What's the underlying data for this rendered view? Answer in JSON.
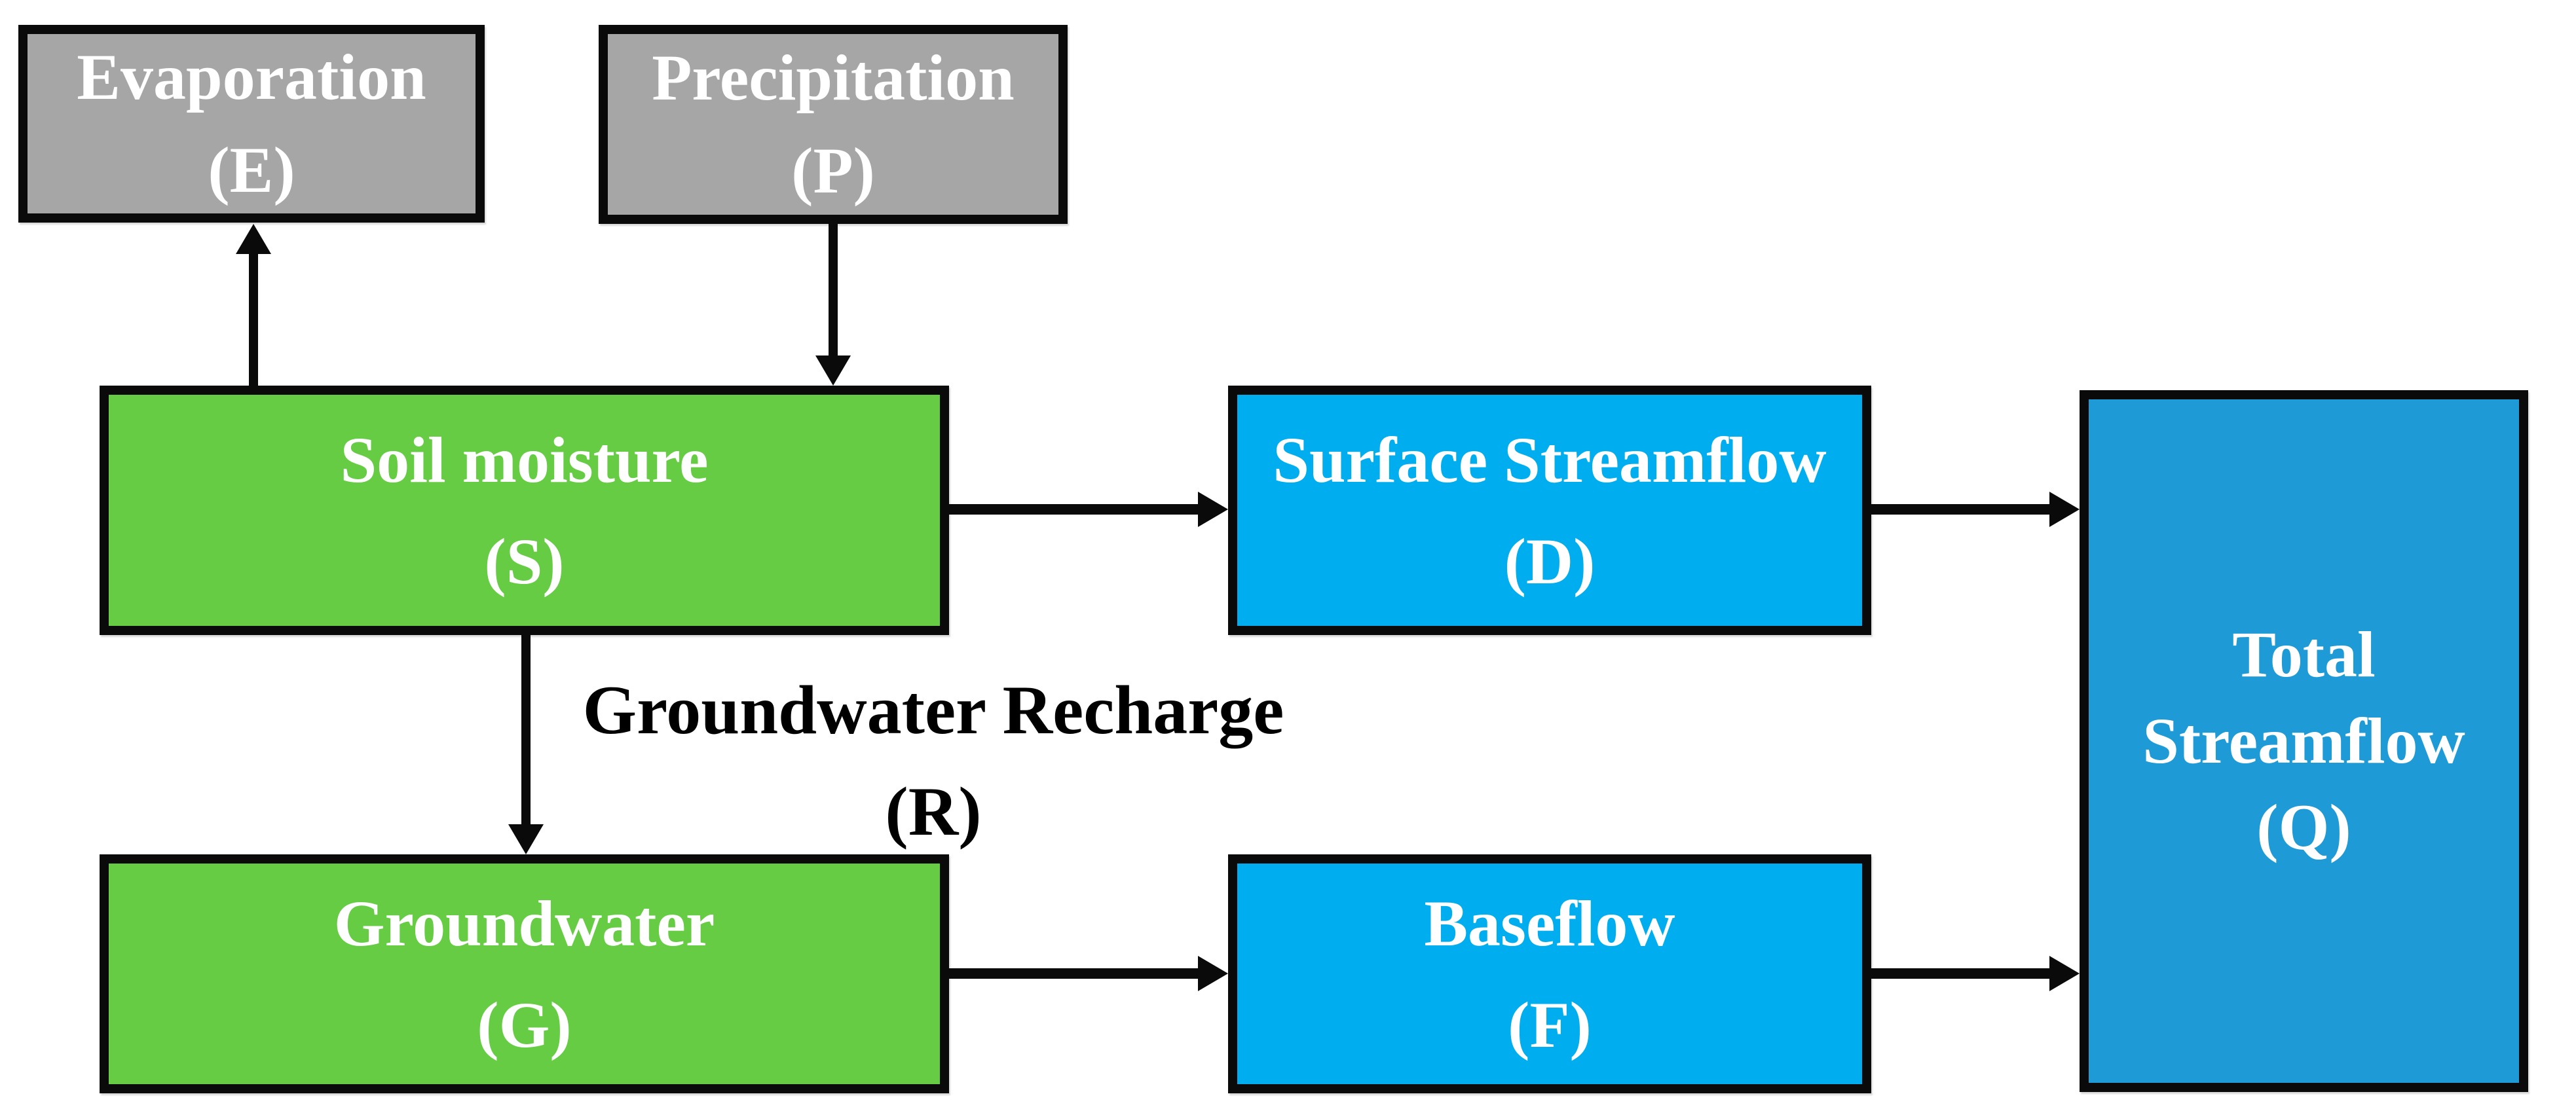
{
  "figure": {
    "type": "flow-diagram",
    "background": "#FFFFFF",
    "stroke_color": "#000000",
    "palette": {
      "gray_box": "#A6A6A6",
      "green_box": "#66CC44",
      "cyan_box": "#00AEEF",
      "blue_box": "#1E9AD6",
      "box_text": "#FFFFFF",
      "label_text": "#000000",
      "border_and_arrows": "#000000"
    },
    "nodes": [
      {
        "id": "evaporation",
        "lines": [
          "Evaporation",
          "(E)"
        ],
        "fill": "#A6A6A6",
        "text_color": "#FFFFFF"
      },
      {
        "id": "precipitation",
        "lines": [
          "Precipitation",
          "(P)"
        ],
        "fill": "#A6A6A6",
        "text_color": "#FFFFFF"
      },
      {
        "id": "soil-moisture",
        "lines": [
          "Soil moisture",
          "(S)"
        ],
        "fill": "#66CC44",
        "text_color": "#FFFFFF"
      },
      {
        "id": "surface-streamflow",
        "lines": [
          "Surface Streamflow",
          "(D)"
        ],
        "fill": "#00AEEF",
        "text_color": "#FFFFFF"
      },
      {
        "id": "groundwater",
        "lines": [
          "Groundwater",
          "(G)"
        ],
        "fill": "#66CC44",
        "text_color": "#FFFFFF"
      },
      {
        "id": "baseflow",
        "lines": [
          "Baseflow",
          "(F)"
        ],
        "fill": "#00AEEF",
        "text_color": "#FFFFFF"
      },
      {
        "id": "total-streamflow",
        "lines": [
          "Total",
          "Streamflow",
          "(Q)"
        ],
        "fill": "#1E9AD6",
        "text_color": "#FFFFFF"
      }
    ],
    "flow_label": {
      "lines": [
        "Groundwater Recharge",
        "(R)"
      ],
      "color": "#000000"
    },
    "flows": [
      {
        "from": "Soil moisture (S)",
        "to": "Evaporation (E)"
      },
      {
        "from": "Precipitation (P)",
        "to": "Soil moisture (S)"
      },
      {
        "from": "Soil moisture (S)",
        "to": "Surface Streamflow (D)"
      },
      {
        "from": "Soil moisture (S)",
        "to": "Groundwater (G)",
        "label": "Groundwater Recharge (R)"
      },
      {
        "from": "Surface Streamflow (D)",
        "to": "Total Streamflow (Q)"
      },
      {
        "from": "Groundwater (G)",
        "to": "Baseflow (F)"
      },
      {
        "from": "Baseflow (F)",
        "to": "Total Streamflow (Q)"
      }
    ]
  }
}
